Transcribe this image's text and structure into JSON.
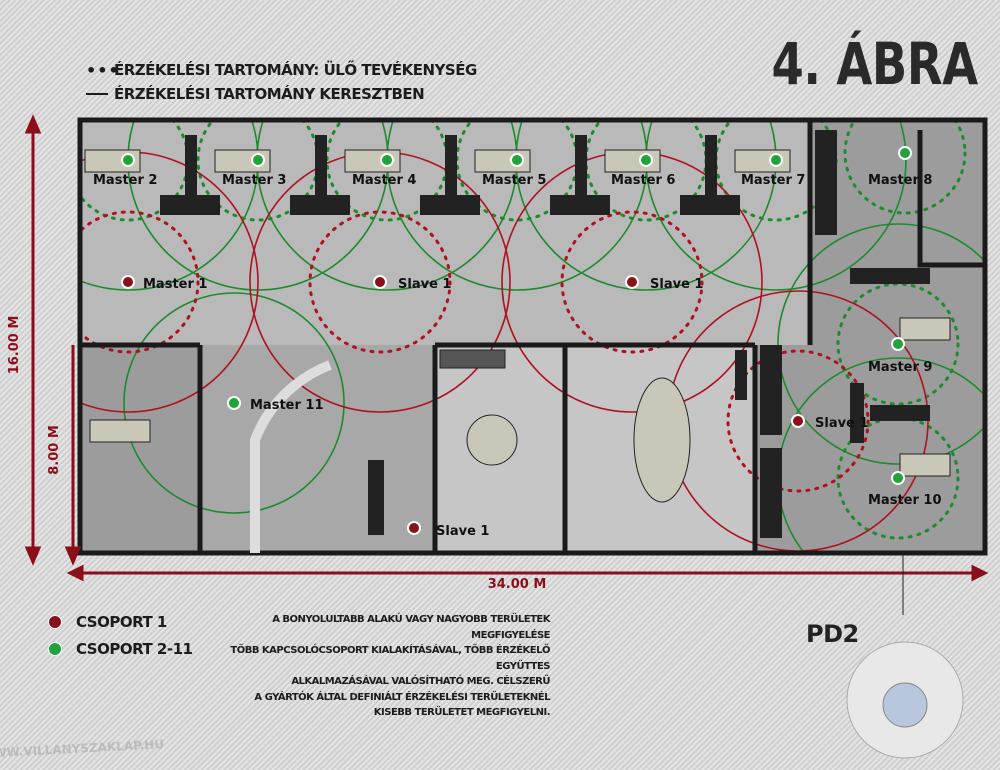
{
  "figure_title": "4. ÁBRA",
  "legend_top": {
    "dotted": "ÉRZÉKELÉSI TARTOMÁNY: ÜLŐ TEVÉKENYSÉG",
    "solid": "ÉRZÉKELÉSI TARTOMÁNY KERESZTBEN"
  },
  "dimensions": {
    "height": "16.00 M",
    "half_height": "8.00 M",
    "width": "34.00 M"
  },
  "sensors": {
    "master2": "Master 2",
    "master3": "Master 3",
    "master4": "Master 4",
    "master5": "Master 5",
    "master6": "Master 6",
    "master7": "Master 7",
    "master8": "Master 8",
    "master1": "Master 1",
    "slave_a": "Slave 1",
    "slave_b": "Slave 1",
    "slave_c": "Slave 1",
    "slave_d": "Slave 1",
    "master9": "Master 9",
    "master10": "Master 10",
    "master11": "Master 11"
  },
  "legend_bottom": {
    "group1": "CSOPORT 1",
    "group2": "CSOPORT 2-11"
  },
  "colors": {
    "group1": "#8b0f1a",
    "group2": "#1fa33a",
    "range_red": "#b01020",
    "range_green": "#1e8a2e"
  },
  "description": [
    "A BONYOLULTABB ALAKÚ VAGY NAGYOBB TERÜLETEK MEGFIGYELÉSE",
    "TÖBB KAPCSOLÓCSOPORT KIALAKÍTÁSÁVAL, TÖBB ÉRZÉKELŐ EGYÜTTES",
    "ALKALMAZÁSÁVAL VALÓSÍTHATÓ MEG.  CÉLSZERŰ",
    "A GYÁRTÓK ÁLTAL DEFINIÁLT ÉRZÉKELÉSI TERÜLETEKNÉL",
    "KISEBB TERÜLETET MEGFIGYELNI."
  ],
  "product": "PD2",
  "watermark": "WWW.VILLANYSZAKLAP.HU"
}
